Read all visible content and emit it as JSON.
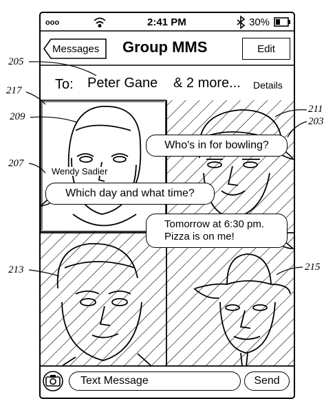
{
  "status_bar": {
    "signal": "ooo",
    "time": "2:41 PM",
    "battery": "30%",
    "bluetooth_icon": "bluetooth-icon",
    "wifi_icon": "wifi-icon",
    "battery_icon": "battery-icon"
  },
  "nav": {
    "back_label": "Messages",
    "title": "Group MMS",
    "edit_label": "Edit"
  },
  "recipients": {
    "to_label": "To:",
    "name": "Peter Gane",
    "more": "& 2 more...",
    "details_label": "Details"
  },
  "participants": {
    "wendy_name": "Wendy Sadier"
  },
  "messages": [
    {
      "text": "Who's in for bowling?"
    },
    {
      "text": "Which day and what time?"
    },
    {
      "line1": "Tomorrow at 6:30 pm.",
      "line2": "Pizza is on me!"
    }
  ],
  "composer": {
    "camera_icon": "camera-icon",
    "placeholder": "Text Message",
    "send_label": "Send"
  },
  "reference_numerals": {
    "r205": "205",
    "r217": "217",
    "r209": "209",
    "r207": "207",
    "r211": "211",
    "r203": "203",
    "r213": "213",
    "r215": "215"
  }
}
